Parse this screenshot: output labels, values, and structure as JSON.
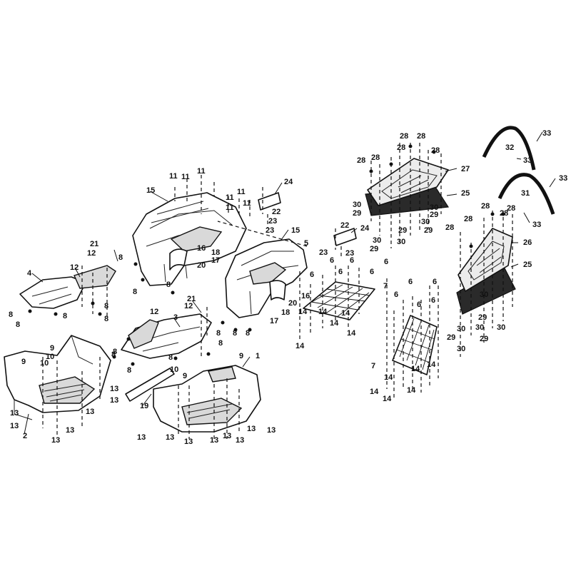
{
  "callouts": [
    {
      "id": "c1",
      "label": "1"
    },
    {
      "id": "c2",
      "label": "2"
    },
    {
      "id": "c3",
      "label": "3"
    },
    {
      "id": "c4",
      "label": "4"
    },
    {
      "id": "c5",
      "label": "5"
    },
    {
      "id": "c7a",
      "label": "7"
    },
    {
      "id": "c7b",
      "label": "7"
    },
    {
      "id": "c9a",
      "label": "9"
    },
    {
      "id": "c9b",
      "label": "9"
    },
    {
      "id": "c9c",
      "label": "9"
    },
    {
      "id": "c9d",
      "label": "9"
    },
    {
      "id": "c10a",
      "label": "10"
    },
    {
      "id": "c10b",
      "label": "10"
    },
    {
      "id": "c10c",
      "label": "10"
    },
    {
      "id": "c12a",
      "label": "12"
    },
    {
      "id": "c12b",
      "label": "12"
    },
    {
      "id": "c12c",
      "label": "12"
    },
    {
      "id": "c12d",
      "label": "12"
    },
    {
      "id": "c15a",
      "label": "15"
    },
    {
      "id": "c15b",
      "label": "15"
    },
    {
      "id": "c16a",
      "label": "16"
    },
    {
      "id": "c16b",
      "label": "16"
    },
    {
      "id": "c17a",
      "label": "17"
    },
    {
      "id": "c17b",
      "label": "17"
    },
    {
      "id": "c18a",
      "label": "18"
    },
    {
      "id": "c18b",
      "label": "18"
    },
    {
      "id": "c19",
      "label": "19"
    },
    {
      "id": "c20a",
      "label": "20"
    },
    {
      "id": "c20b",
      "label": "20"
    },
    {
      "id": "c21a",
      "label": "21"
    },
    {
      "id": "c21b",
      "label": "21"
    },
    {
      "id": "c22a",
      "label": "22"
    },
    {
      "id": "c22b",
      "label": "22"
    },
    {
      "id": "c23a",
      "label": "23"
    },
    {
      "id": "c23b",
      "label": "23"
    },
    {
      "id": "c23c",
      "label": "23"
    },
    {
      "id": "c23d",
      "label": "23"
    },
    {
      "id": "c24a",
      "label": "24"
    },
    {
      "id": "c24b",
      "label": "24"
    },
    {
      "id": "c25a",
      "label": "25"
    },
    {
      "id": "c25b",
      "label": "25"
    },
    {
      "id": "c26",
      "label": "26"
    },
    {
      "id": "c27",
      "label": "27"
    },
    {
      "id": "c31",
      "label": "31"
    },
    {
      "id": "c32",
      "label": "32"
    },
    {
      "id": "c33a",
      "label": "33"
    },
    {
      "id": "c33b",
      "label": "33"
    },
    {
      "id": "c33c",
      "label": "33"
    },
    {
      "id": "c33d",
      "label": "33"
    },
    {
      "id": "c8",
      "label": "8"
    },
    {
      "id": "c11",
      "label": "11"
    },
    {
      "id": "c13",
      "label": "13"
    },
    {
      "id": "c14",
      "label": "14"
    },
    {
      "id": "c6",
      "label": "6"
    },
    {
      "id": "c28",
      "label": "28"
    },
    {
      "id": "c29",
      "label": "29"
    },
    {
      "id": "c30",
      "label": "30"
    }
  ]
}
